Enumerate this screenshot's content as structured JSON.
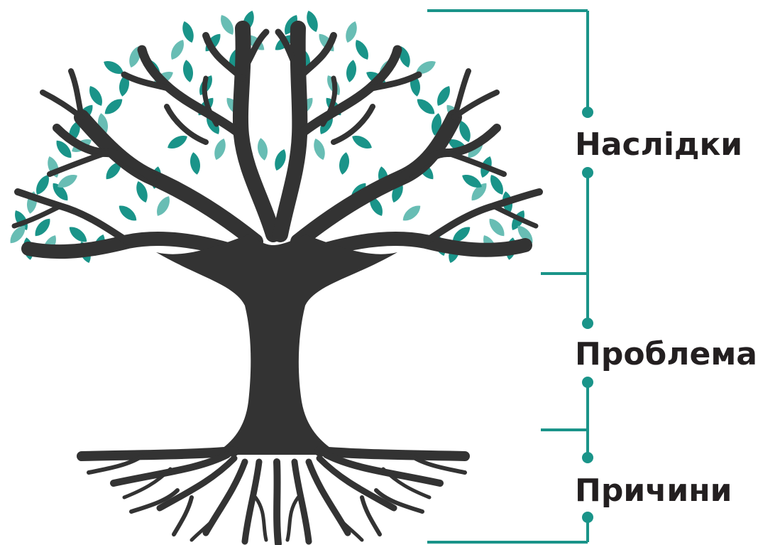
{
  "labels": {
    "consequences": "Наслідки",
    "problem": "Проблема",
    "causes": "Причини"
  },
  "colors": {
    "trunk": "#333333",
    "leaf_primary": "#1a9489",
    "leaf_light": "#68bdb4",
    "bracket": "#1a9489",
    "text": "#231f20"
  },
  "icons": {
    "tree": "tree-of-problems-icon"
  }
}
